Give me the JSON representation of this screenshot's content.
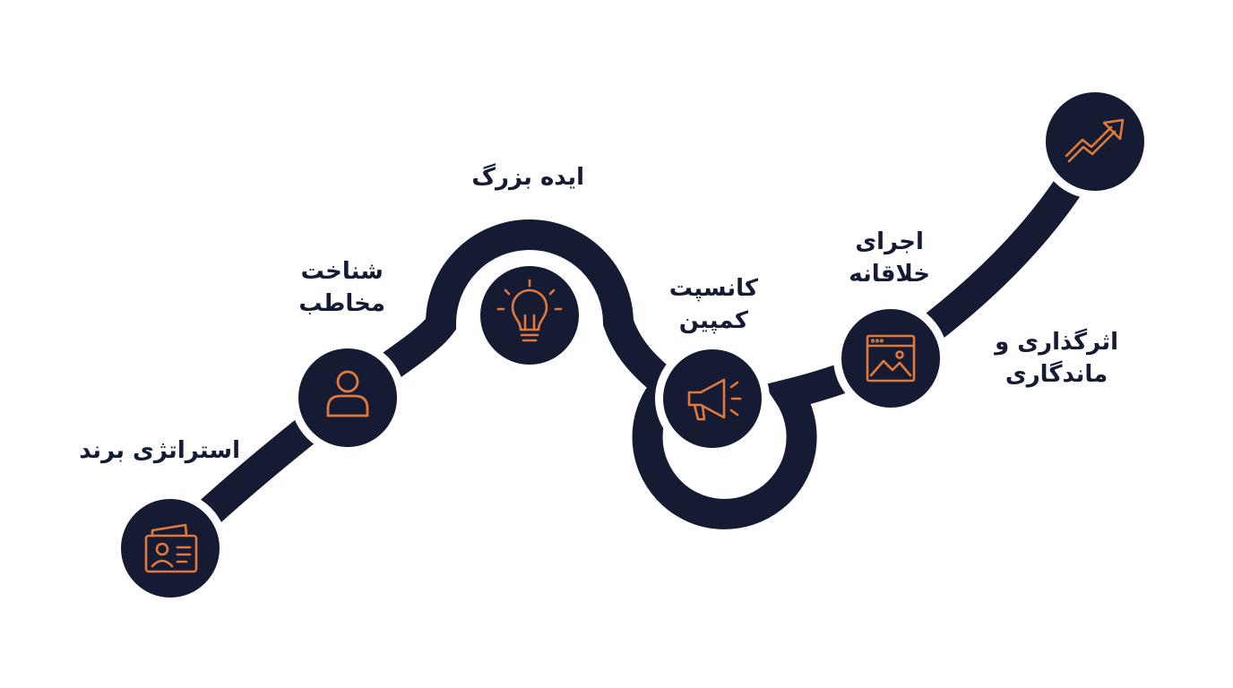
{
  "colors": {
    "road": "#151b33",
    "node": "#151b33",
    "icon": "#e07a3c",
    "text": "#151b33",
    "background": "#ffffff"
  },
  "steps": [
    {
      "id": "brand-strategy",
      "lines": [
        "استراتژی برند"
      ],
      "icon": "id-card-icon"
    },
    {
      "id": "audience",
      "lines": [
        "شناخت",
        "مخاطب"
      ],
      "icon": "user-icon"
    },
    {
      "id": "big-idea",
      "lines": [
        "ایده بزرگ"
      ],
      "icon": "lightbulb-icon"
    },
    {
      "id": "campaign-concept",
      "lines": [
        "کانسپت",
        "کمپین"
      ],
      "icon": "megaphone-icon"
    },
    {
      "id": "creative-execution",
      "lines": [
        "اجرای",
        "خلاقانه"
      ],
      "icon": "image-window-icon"
    },
    {
      "id": "impact",
      "lines": [
        "اثرگذاری و",
        "ماندگاری"
      ],
      "icon": "trend-up-icon"
    }
  ]
}
